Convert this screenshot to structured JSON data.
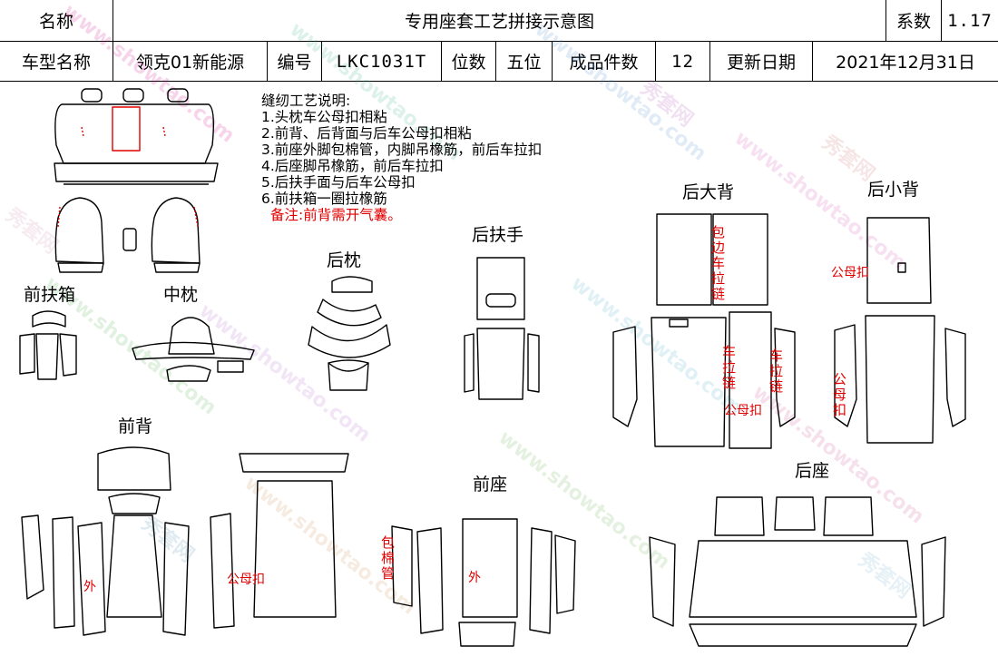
{
  "header": {
    "name_label": "名称",
    "title": "专用座套工艺拼接示意图",
    "coef_label": "系数",
    "coef_value": "1.17",
    "model_label": "车型名称",
    "model_value": "领克01新能源",
    "code_label": "编号",
    "code_value": "LKC1031T",
    "seat_label": "位数",
    "seat_value": "五位",
    "pieces_label": "成品件数",
    "pieces_value": "12",
    "date_label": "更新日期",
    "date_value": "2021年12月31日"
  },
  "notes": {
    "title": "缝纫工艺说明:",
    "items": [
      "1.头枕车公母扣相粘",
      "2.前背、后背面与后车公母扣相粘",
      "3.前座外脚包棉管，内脚吊橡筋，前后车拉扣",
      "4.后座脚吊橡筋，前后车拉扣",
      "5.后扶手面与后车公母扣",
      "6.前扶箱一圈拉橡筋"
    ],
    "remark": "备注:前背需开气囊。"
  },
  "sections": {
    "front_armrest": "前扶箱",
    "middle_pillow": "中枕",
    "rear_pillow": "后枕",
    "rear_armrest": "后扶手",
    "rear_big_back": "后大背",
    "rear_small_back": "后小背",
    "front_back": "前背",
    "front_seat": "前座",
    "rear_seat": "后座"
  },
  "annotations": {
    "wrap_zip": "包边车拉链",
    "zip_a": "车拉链",
    "zip_b": "车拉链",
    "snap": "公母扣",
    "snap_small_back": "公母扣",
    "snap_small_back_v": "公母扣",
    "snap_front_back": "公母扣",
    "outer_front_back": "外",
    "wrap_tube": "包棉管",
    "outer_front_seat": "外"
  },
  "watermark": {
    "site": "www.showtao.com",
    "brand": "秀套网"
  },
  "colors": {
    "line": "#000000",
    "annotation": "#e00000"
  }
}
